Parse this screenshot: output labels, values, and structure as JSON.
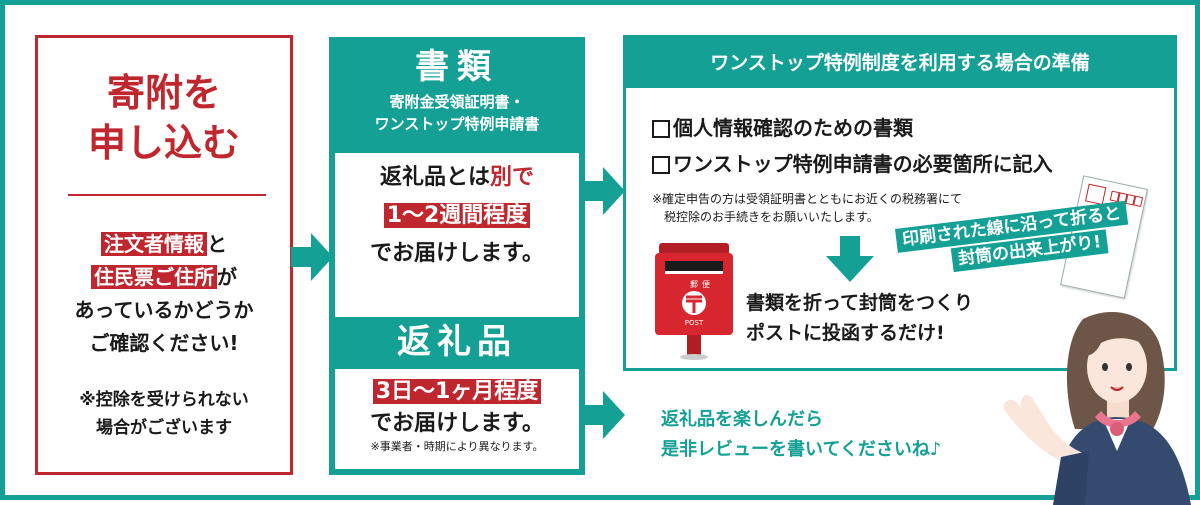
{
  "left": {
    "title_line1": "寄附を",
    "title_line2": "申し込む",
    "hl1": "注文者情報",
    "after1": "と",
    "hl2": "住民票ご住所",
    "after2": "が",
    "line3": "あっているかどうか",
    "line4": "ご確認ください!",
    "note_line1": "※控除を受けられない",
    "note_line2": "場合がございます"
  },
  "documents": {
    "title": "書類",
    "sub_line1": "寄附金受領証明書・",
    "sub_line2": "ワンストップ特例申請書",
    "line1_a": "返礼品とは",
    "line1_b": "別で",
    "line2": "1〜2週間程度",
    "line3": "でお届けします。"
  },
  "gift": {
    "title": "返礼品",
    "line1": "3日〜1ヶ月程度",
    "line2": "でお届けします。",
    "note": "※事業者・時期により異なります。"
  },
  "onestop": {
    "header": "ワンストップ特例制度を利用する場合の準備",
    "check1": "個人情報確認のための書類",
    "check2": "ワンストップ特例申請書の必要箇所に記入",
    "note_line1": "※確定申告の方は受領証明書とともにお近くの税務署にて",
    "note_line2": "税控除のお手続きをお願いいたします。",
    "banner_line1": "印刷された線に沿って折ると",
    "banner_line2": "封筒の出来上がり!",
    "fold_line1": "書類を折って封筒をつくり",
    "fold_line2": "ポストに投函するだけ!",
    "mailbox_label1": "郵",
    "mailbox_label2": "便",
    "mailbox_label3": "POST"
  },
  "review": {
    "line1": "返礼品を楽しんだら",
    "line2": "是非レビューを書いてくださいね♪"
  },
  "colors": {
    "teal": "#14a095",
    "red": "#c0262d"
  }
}
